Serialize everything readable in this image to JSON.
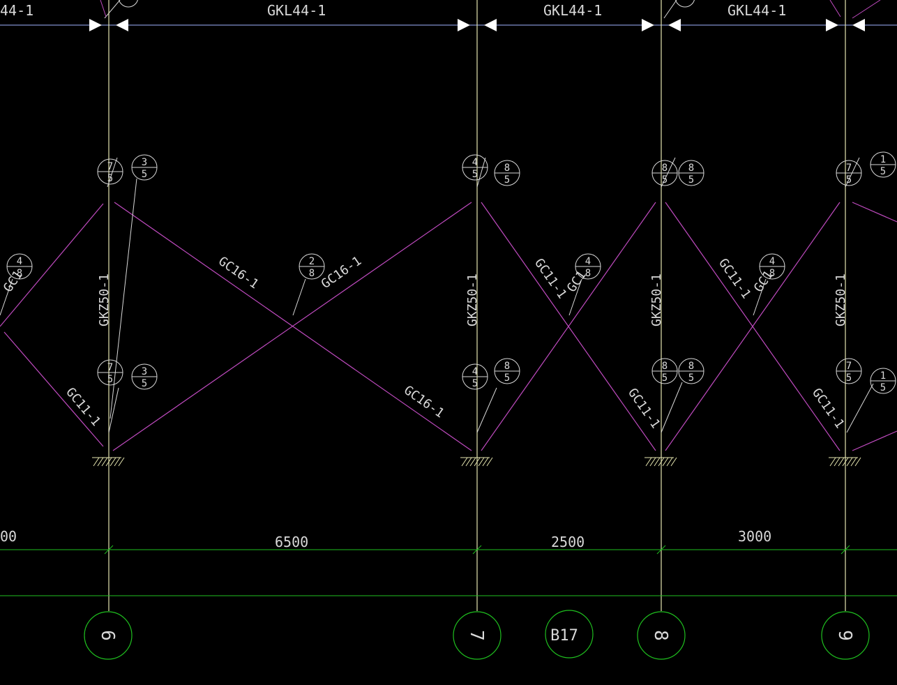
{
  "colors": {
    "background": "#000000",
    "beam_line": "#9fb4ff",
    "column_line": "#e6e6b0",
    "brace_line": "#c04bc0",
    "dimension_line": "#1fbf1f",
    "axis_bubble": "#1fbf1f",
    "annotation": "#d9d9d9"
  },
  "drawing": {
    "beam_label": "GKL44-1",
    "beam_label_partial_left": "44-1",
    "column_label": "GKZ50-1",
    "brace_gc16_label": "GC16-1",
    "brace_gc11_label": "GC11-1",
    "brace_gc_partial": "GC1"
  },
  "dimensions": {
    "partial_left": "00",
    "span_6_7": "6500",
    "span_7_8": "2500",
    "span_8_9": "3000"
  },
  "axes": [
    {
      "label": "6"
    },
    {
      "label": "7"
    },
    {
      "label": "B17"
    },
    {
      "label": "8"
    },
    {
      "label": "9"
    }
  ],
  "markers": {
    "col6_top_a": [
      "7",
      "5"
    ],
    "col6_top_b": [
      "3",
      "5"
    ],
    "col6_bot_a": [
      "7",
      "5"
    ],
    "col6_bot_b": [
      "3",
      "5"
    ],
    "col7_top_a": [
      "4",
      "5"
    ],
    "col7_top_b": [
      "8",
      "5"
    ],
    "col7_bot_a": [
      "4",
      "5"
    ],
    "col7_bot_b": [
      "8",
      "5"
    ],
    "col8_top_a": [
      "8",
      "5"
    ],
    "col8_top_b": [
      "8",
      "5"
    ],
    "col8_bot_a": [
      "8",
      "5"
    ],
    "col8_bot_b": [
      "8",
      "5"
    ],
    "col9_top_a": [
      "7",
      "5"
    ],
    "col9_top_b": [
      "1",
      "5"
    ],
    "col9_bot_a": [
      "7",
      "5"
    ],
    "col9_bot_b": [
      "1",
      "5"
    ],
    "brace_6_7_mid": [
      "2",
      "8"
    ],
    "brace_7_8_mid": [
      "4",
      "8"
    ],
    "brace_8_9_mid": [
      "4",
      "8"
    ],
    "brace_left_mid": [
      "4",
      "8"
    ]
  }
}
